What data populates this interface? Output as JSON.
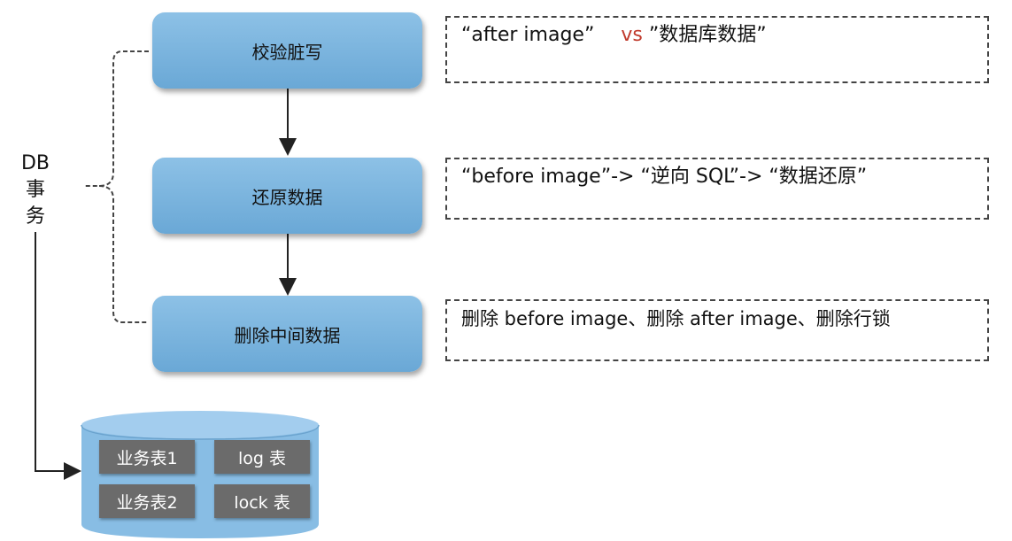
{
  "db_transaction": {
    "line1": "DB",
    "line2": "事",
    "line3": "务"
  },
  "steps": [
    {
      "label": "校验脏写"
    },
    {
      "label": "还原数据"
    },
    {
      "label": "删除中间数据"
    }
  ],
  "notes": [
    {
      "part1": "“after  image”",
      "vs": "vs",
      "part2": "”数据库数据”"
    },
    {
      "text": "“before image”-> “逆向 SQL”-> “数据还原”"
    },
    {
      "text": "删除 before image、删除 after image、删除行锁"
    }
  ],
  "database": {
    "tables": [
      "业务表1",
      "log 表",
      "业务表2",
      "lock 表"
    ]
  },
  "colors": {
    "step_fill": "#7db5e0",
    "table_fill": "#6b6b6b",
    "database_fill": "#88bde4",
    "vs_color": "#c0392b"
  }
}
